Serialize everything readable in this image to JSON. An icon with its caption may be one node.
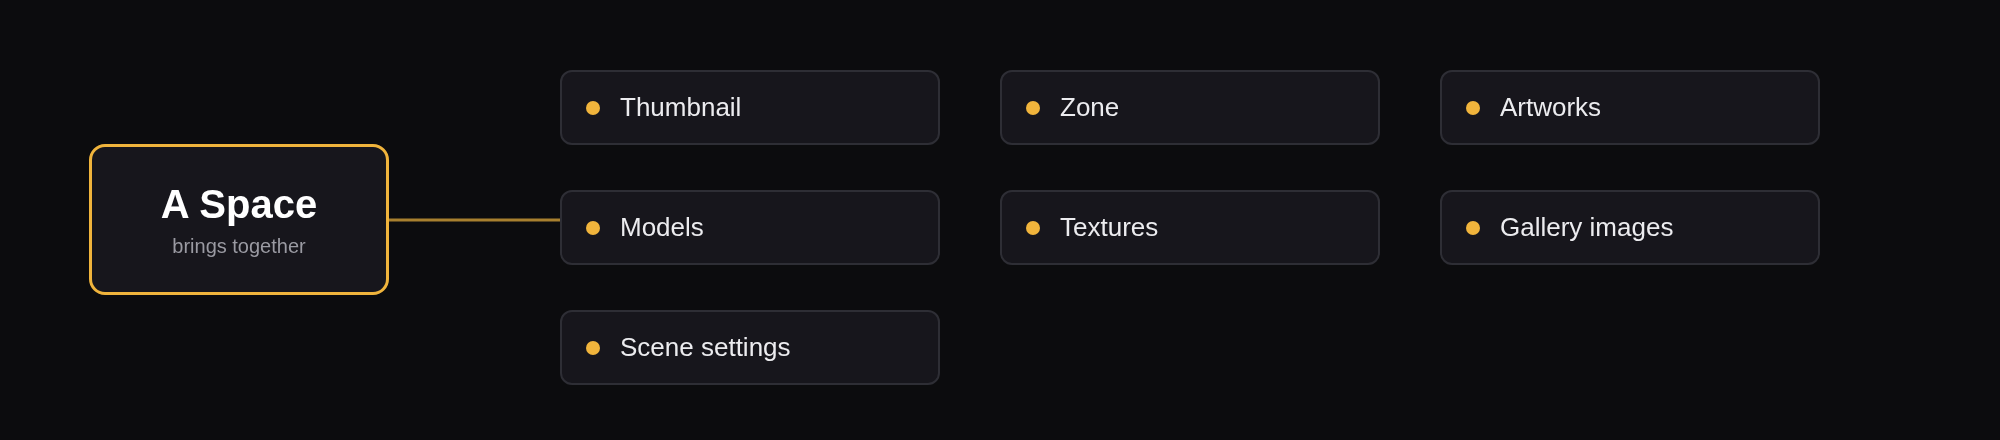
{
  "diagram": {
    "nodes": [
      {
        "text": [
          "A Space",
          "brings together"
        ]
      },
      {
        "text": [
          "Thumbnail"
        ]
      },
      {
        "text": [
          "Zone"
        ]
      },
      {
        "text": [
          "Artworks"
        ]
      },
      {
        "text": [
          "Models"
        ]
      },
      {
        "text": [
          "Textures"
        ]
      },
      {
        "text": [
          "Gallery images"
        ]
      },
      {
        "text": [
          "Scene settings"
        ]
      }
    ],
    "edges": [
      {
        "from": 0,
        "to": 4,
        "arrow": "none"
      }
    ]
  }
}
